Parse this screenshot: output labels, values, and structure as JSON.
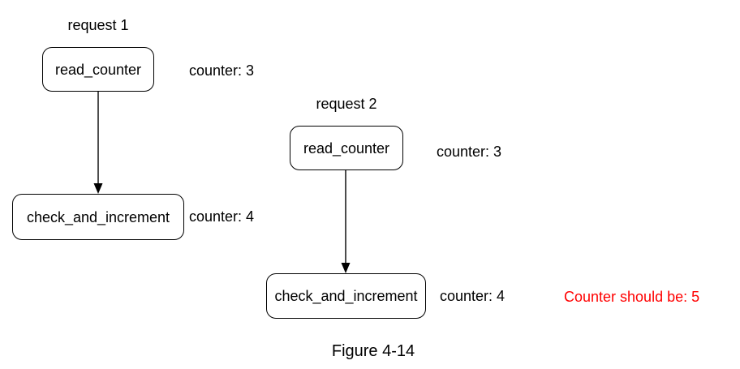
{
  "figure": {
    "caption": "Figure 4-14",
    "warning_text": "Counter should be: 5",
    "warning_color": "#ff0000",
    "text_color": "#000000",
    "border_color": "#000000"
  },
  "request1": {
    "title": "request 1",
    "step1": {
      "label": "read_counter",
      "state": "counter: 3"
    },
    "step2": {
      "label": "check_and_increment",
      "state": "counter: 4"
    }
  },
  "request2": {
    "title": "request 2",
    "step1": {
      "label": "read_counter",
      "state": "counter: 3"
    },
    "step2": {
      "label": "check_and_increment",
      "state": "counter: 4"
    }
  }
}
